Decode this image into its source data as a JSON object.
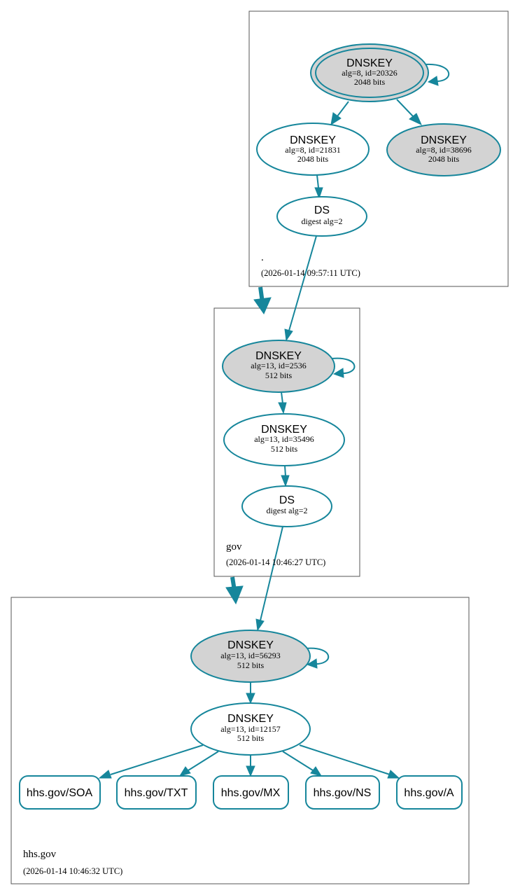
{
  "colors": {
    "edge": "#16869b",
    "ksk_fill": "#d3d3d3",
    "zone_border": "#555555"
  },
  "zones": {
    "root": {
      "name": ".",
      "timestamp": "(2026-01-14 09:57:11 UTC)"
    },
    "gov": {
      "name": "gov",
      "timestamp": "(2026-01-14 10:46:27 UTC)"
    },
    "hhs": {
      "name": "hhs.gov",
      "timestamp": "(2026-01-14 10:46:32 UTC)"
    }
  },
  "nodes": {
    "root_ksk": {
      "title": "DNSKEY",
      "line1": "alg=8, id=20326",
      "line2": "2048 bits"
    },
    "root_zsk": {
      "title": "DNSKEY",
      "line1": "alg=8, id=21831",
      "line2": "2048 bits"
    },
    "root_ksk2": {
      "title": "DNSKEY",
      "line1": "alg=8, id=38696",
      "line2": "2048 bits"
    },
    "root_ds": {
      "title": "DS",
      "line1": "digest alg=2"
    },
    "gov_ksk": {
      "title": "DNSKEY",
      "line1": "alg=13, id=2536",
      "line2": "512 bits"
    },
    "gov_zsk": {
      "title": "DNSKEY",
      "line1": "alg=13, id=35496",
      "line2": "512 bits"
    },
    "gov_ds": {
      "title": "DS",
      "line1": "digest alg=2"
    },
    "hhs_ksk": {
      "title": "DNSKEY",
      "line1": "alg=13, id=56293",
      "line2": "512 bits"
    },
    "hhs_zsk": {
      "title": "DNSKEY",
      "line1": "alg=13, id=12157",
      "line2": "512 bits"
    }
  },
  "records": [
    "hhs.gov/SOA",
    "hhs.gov/TXT",
    "hhs.gov/MX",
    "hhs.gov/NS",
    "hhs.gov/A"
  ]
}
